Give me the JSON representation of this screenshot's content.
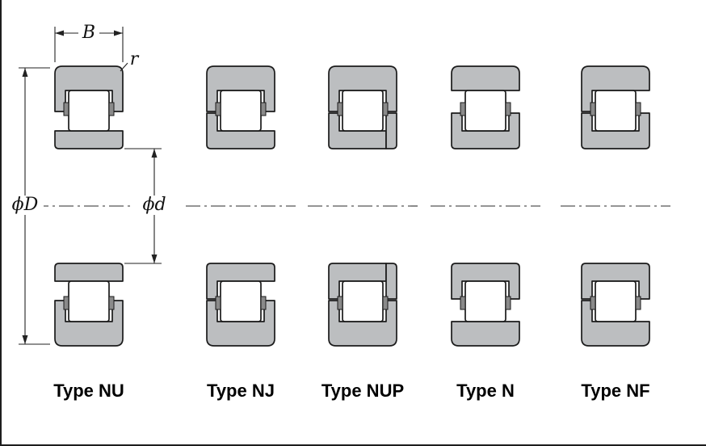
{
  "dimensions": {
    "width": "B",
    "corner_radius": "r",
    "outside_diameter": "ϕD",
    "bore_diameter": "ϕd"
  },
  "colors": {
    "ring_fill": "#bcbec0",
    "outline": "#1b1b1b",
    "roller_fill": "#ffffff",
    "cage_fill": "#8a8a8a",
    "dim_line": "#222222",
    "centerline": "#2b2b2b",
    "background": "#ffffff"
  },
  "bearings": [
    {
      "name": "Type NU",
      "outer_ribs": [
        "left",
        "right"
      ],
      "inner_ribs": [],
      "loose_rib": null,
      "dimensioned": true
    },
    {
      "name": "Type NJ",
      "outer_ribs": [
        "left",
        "right"
      ],
      "inner_ribs": [
        "left"
      ],
      "loose_rib": null,
      "dimensioned": false
    },
    {
      "name": "Type NUP",
      "outer_ribs": [
        "left",
        "right"
      ],
      "inner_ribs": [
        "left"
      ],
      "loose_rib": "right",
      "dimensioned": false
    },
    {
      "name": "Type N",
      "outer_ribs": [],
      "inner_ribs": [
        "left",
        "right"
      ],
      "loose_rib": null,
      "dimensioned": false
    },
    {
      "name": "Type NF",
      "outer_ribs": [
        "left"
      ],
      "inner_ribs": [
        "left",
        "right"
      ],
      "loose_rib": null,
      "dimensioned": false
    }
  ]
}
